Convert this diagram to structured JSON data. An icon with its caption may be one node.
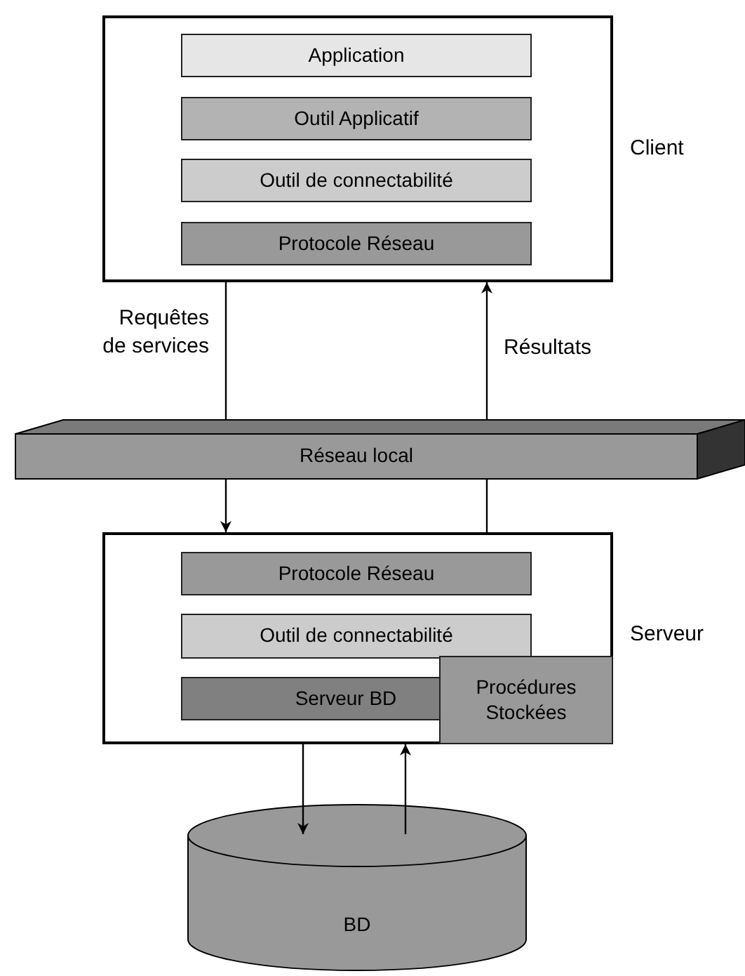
{
  "diagram": {
    "nodes": [
      {
        "text": [
          "Client"
        ]
      },
      {
        "text": [
          "Application"
        ],
        "in": 0
      },
      {
        "text": [
          "Outil Applicatif"
        ],
        "in": 0
      },
      {
        "text": [
          "Outil de connectabilité"
        ],
        "in": 0
      },
      {
        "text": [
          "Protocole Réseau"
        ],
        "in": 0
      },
      {
        "text": [
          "Réseau local"
        ]
      },
      {
        "text": [
          "Serveur"
        ]
      },
      {
        "text": [
          "Protocole Réseau"
        ],
        "in": 6
      },
      {
        "text": [
          "Outil de connectabilité"
        ],
        "in": 6
      },
      {
        "text": [
          "Serveur BD"
        ],
        "in": 6
      },
      {
        "text": [
          "Procédures Stockées"
        ],
        "in": 6
      },
      {
        "text": [
          "BD"
        ]
      }
    ],
    "edges": [
      {
        "from": 0,
        "to": 5,
        "arrow": "none",
        "label": "Requêtes de services"
      },
      {
        "from": 5,
        "to": 6,
        "arrow": "to"
      },
      {
        "from": 6,
        "to": 5,
        "arrow": "none"
      },
      {
        "from": 5,
        "to": 0,
        "arrow": "to",
        "label": "Résultats"
      },
      {
        "from": 6,
        "to": 11,
        "arrow": "to"
      },
      {
        "from": 11,
        "to": 6,
        "arrow": "to"
      }
    ]
  }
}
